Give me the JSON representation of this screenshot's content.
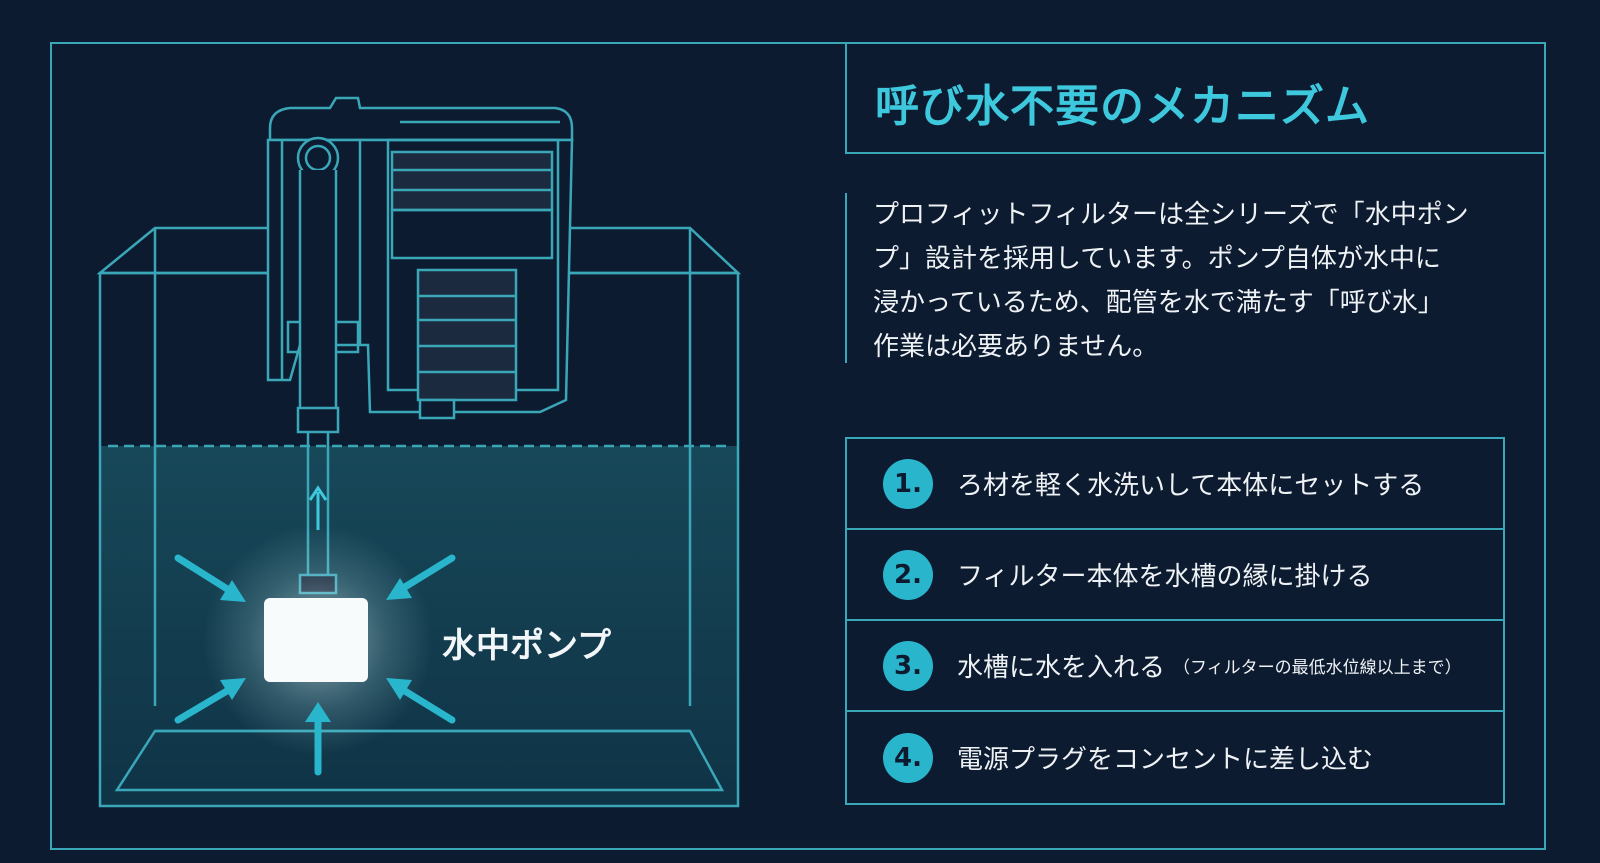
{
  "title": "呼び水不要のメカニズム",
  "description": "プロフィットフィルターは全シリーズで「水中ポン\nプ」設計を採用しています。ポンプ自体が水中に\n浸かっているため、配管を水で満たす「呼び水」\n作業は必要ありません。",
  "pump_label": "水中ポンプ",
  "steps": [
    {
      "number": "1.",
      "text": "ろ材を軽く水洗いして本体にセットする",
      "note": ""
    },
    {
      "number": "2.",
      "text": "フィルター本体を水槽の縁に掛ける",
      "note": ""
    },
    {
      "number": "3.",
      "text": "水槽に水を入れる",
      "note": "（フィルターの最低水位線以上まで）"
    },
    {
      "number": "4.",
      "text": "電源プラグをコンセントに差し込む",
      "note": ""
    }
  ],
  "colors": {
    "background": "#0d1b30",
    "accent": "#3ec8de",
    "line": "#3aa7b8",
    "water": "#123b4e",
    "pump_glow": "#ffffff"
  }
}
